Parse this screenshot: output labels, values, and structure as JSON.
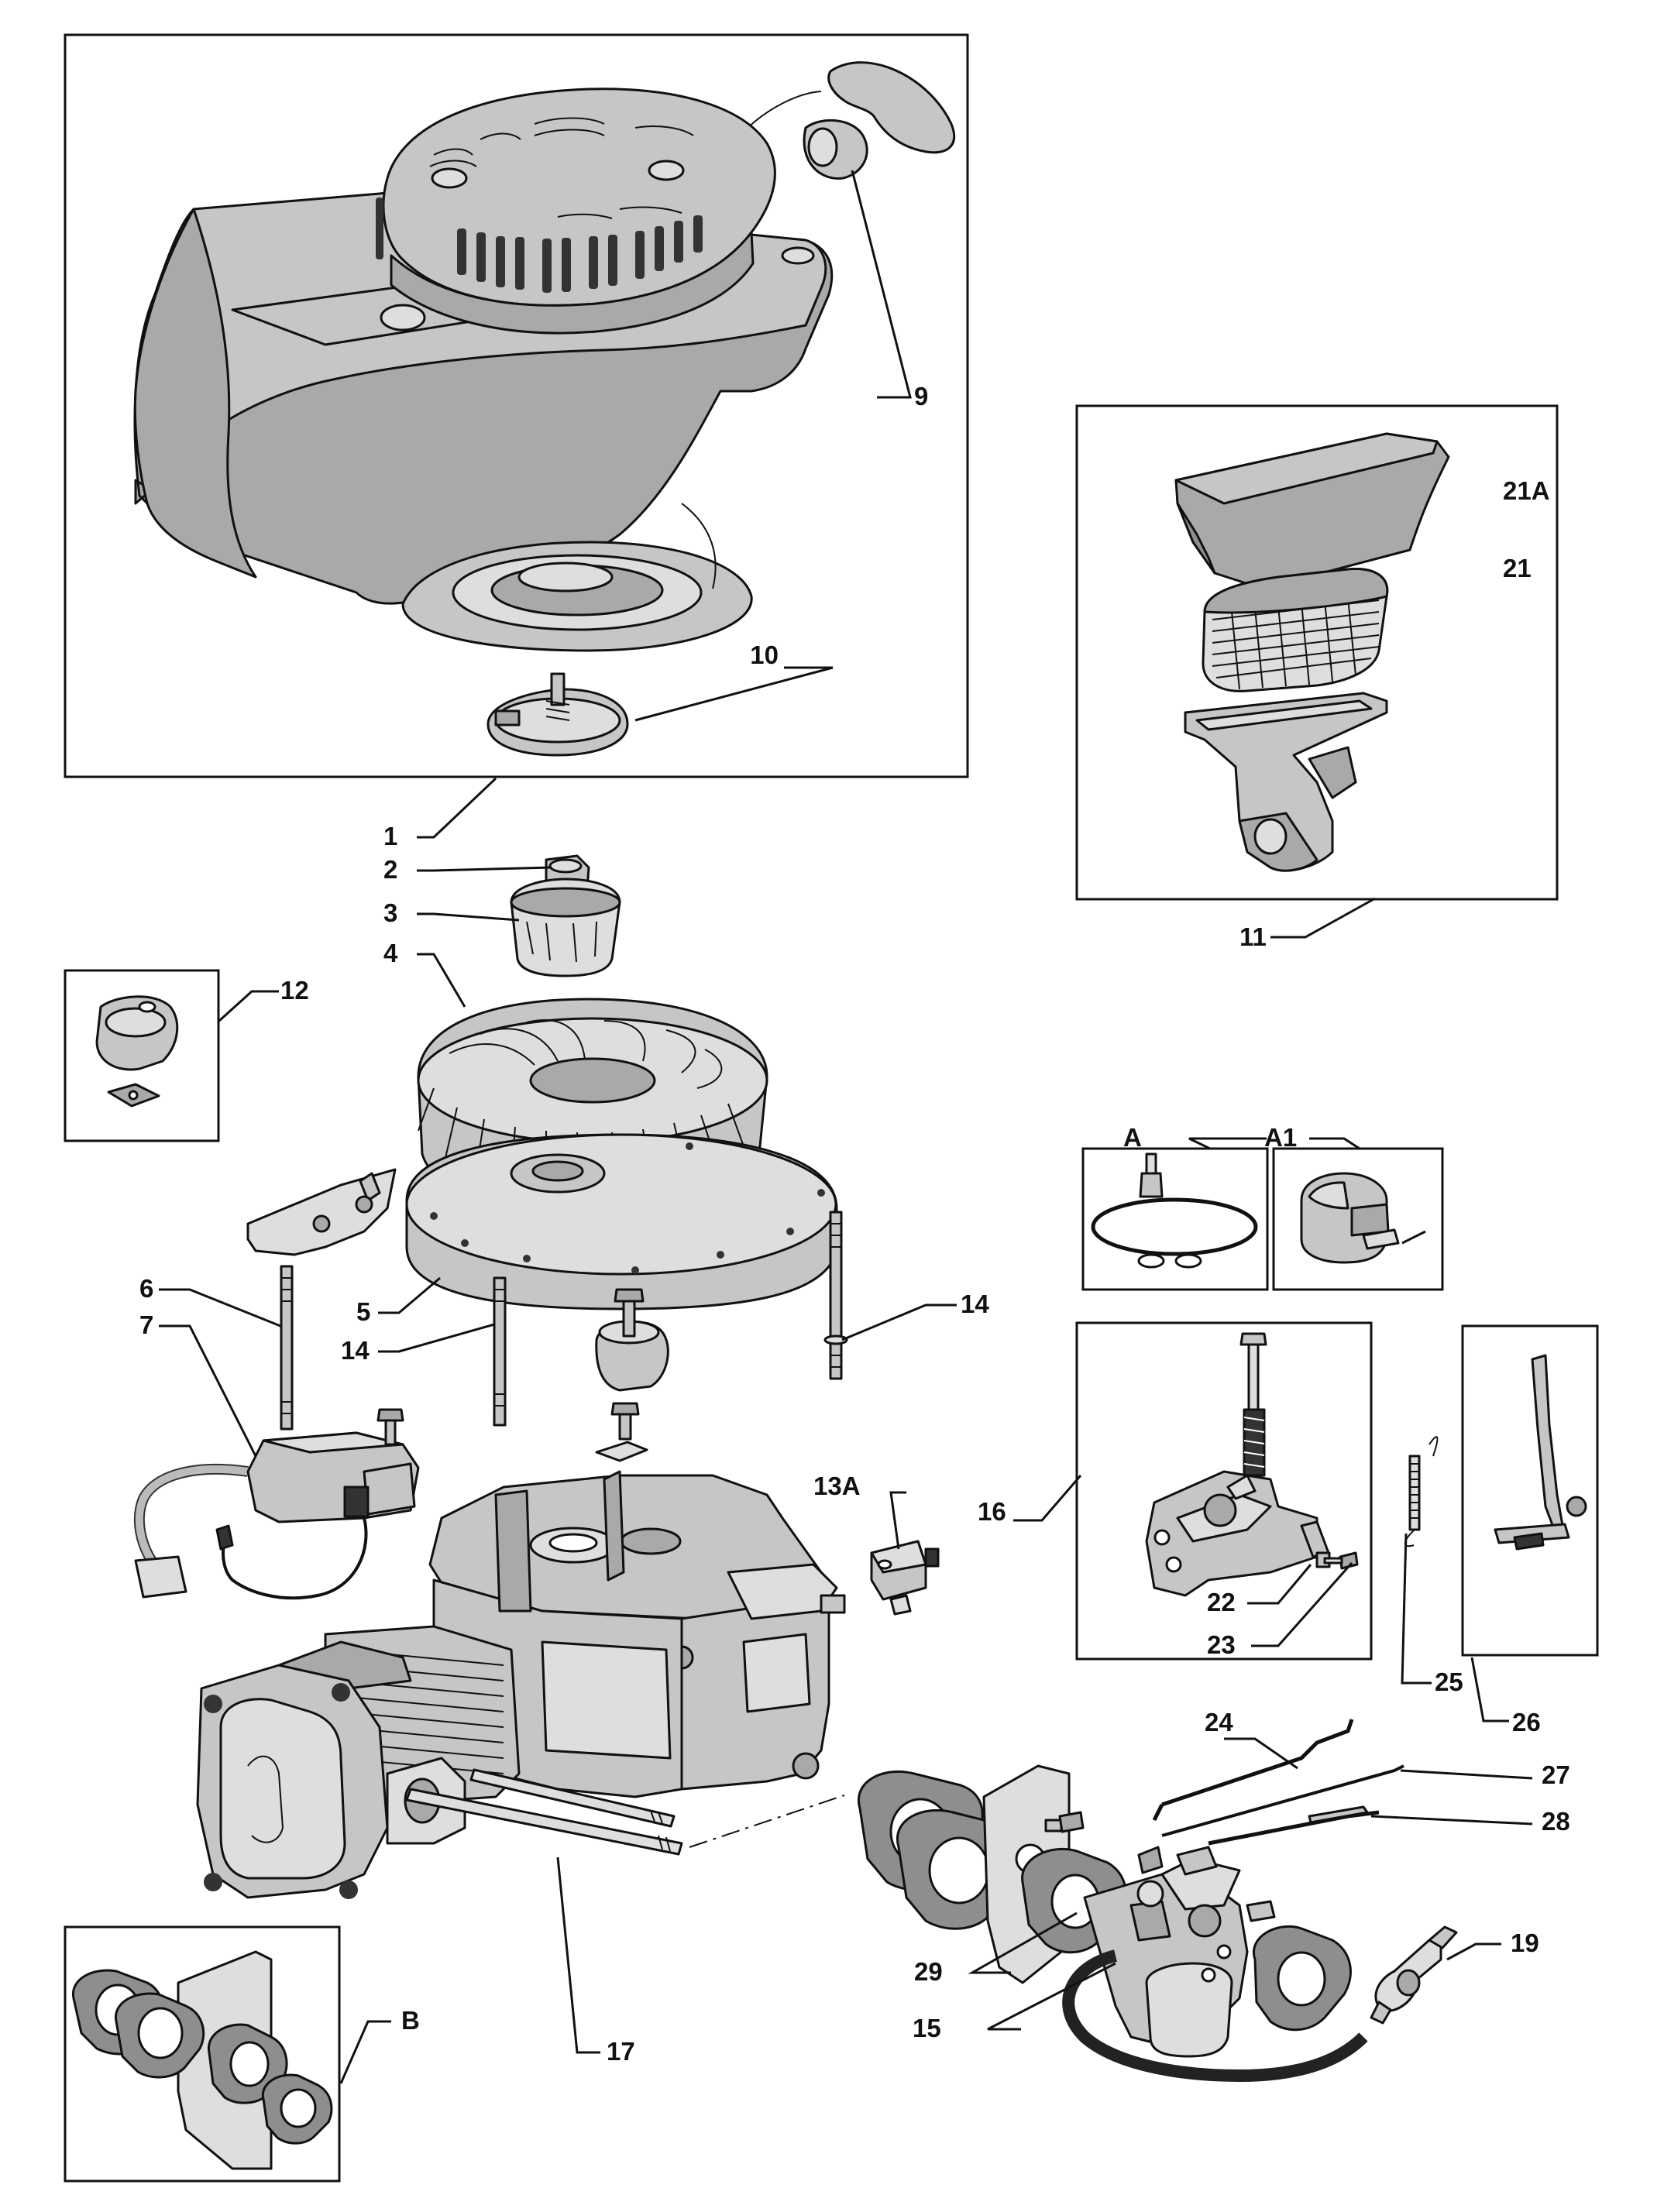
{
  "labels": {
    "p1": "1",
    "p2": "2",
    "p3": "3",
    "p4": "4",
    "p5": "5",
    "p6": "6",
    "p7": "7",
    "p9": "9",
    "p10": "10",
    "p11": "11",
    "p12": "12",
    "p13A": "13A",
    "p14a": "14",
    "p14b": "14",
    "p15": "15",
    "p16": "16",
    "p17": "17",
    "p19": "19",
    "p21": "21",
    "p21A": "21A",
    "p22": "22",
    "p23": "23",
    "p24": "24",
    "p25": "25",
    "p26": "26",
    "p27": "27",
    "p28": "28",
    "p29": "29",
    "pA": "A",
    "pA1": "A1",
    "pB": "B"
  },
  "colors": {
    "line": "#111111",
    "part_fill_dark": "#a9a9a9",
    "part_fill_mid": "#c6c6c6",
    "part_fill_light": "#dedede",
    "background": "#ffffff"
  }
}
